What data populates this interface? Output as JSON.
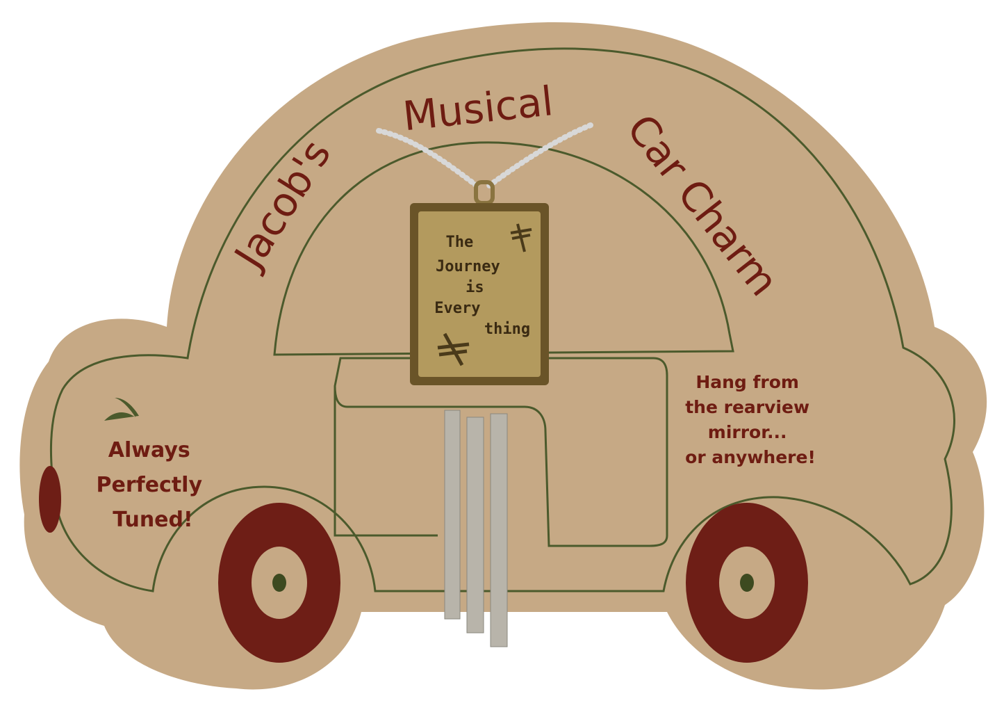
{
  "card": {
    "title_words": [
      "Jacob's",
      "Musical",
      "Car Charm"
    ],
    "left_text": [
      "Always",
      "Perfectly",
      "Tuned!"
    ],
    "right_text": [
      "Hang from",
      "the rearview",
      "mirror...",
      "or anywhere!"
    ],
    "colors": {
      "card": "#c6a985",
      "outline": "#4b5a2c",
      "text": "#6e1c12",
      "wheel": "#6e1e16"
    }
  },
  "pendant": {
    "lines": [
      "The",
      "Journey",
      "is",
      "Every",
      "thing"
    ],
    "colors": {
      "brass": "#b39a5e",
      "chime": "#b8b4aa"
    }
  }
}
